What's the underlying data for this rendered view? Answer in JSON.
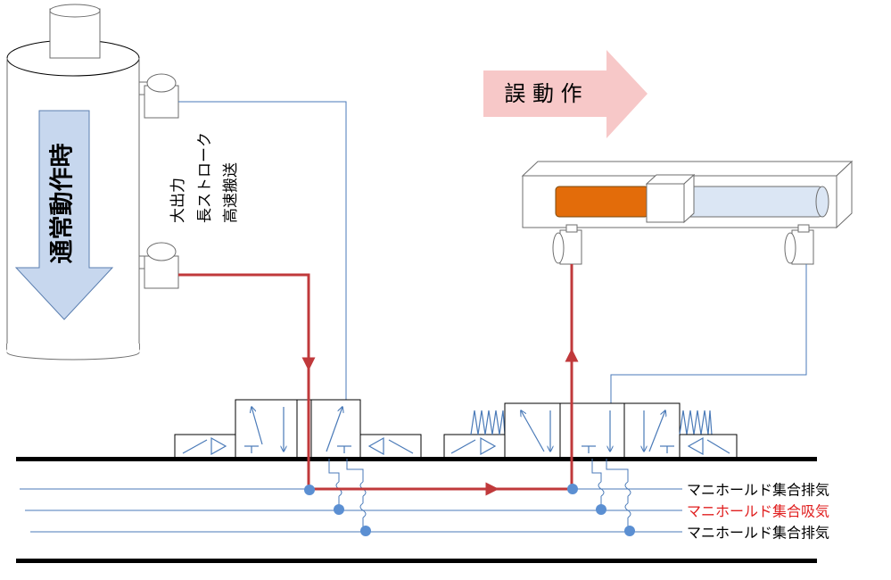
{
  "labels": {
    "normal_operation": "通常動作時",
    "malfunction": "誤 動 作",
    "note_line1": "大出力",
    "note_line2": "長ストローク",
    "note_line3": "高速搬送",
    "manifold_exhaust_top": "マニホールド集合排気",
    "manifold_intake": "マニホールド集合吸気",
    "manifold_exhaust_bottom": "マニホールド集合排気"
  },
  "colors": {
    "red_path": "#c0393b",
    "intake_label": "#e02020",
    "arrow_pink": "#f7c8c8",
    "arrow_blue": "#c7d7ee",
    "piston_orange": "#e36c0a",
    "line_blue": "#4a7ab8",
    "dot_blue": "#5b8fd2"
  }
}
